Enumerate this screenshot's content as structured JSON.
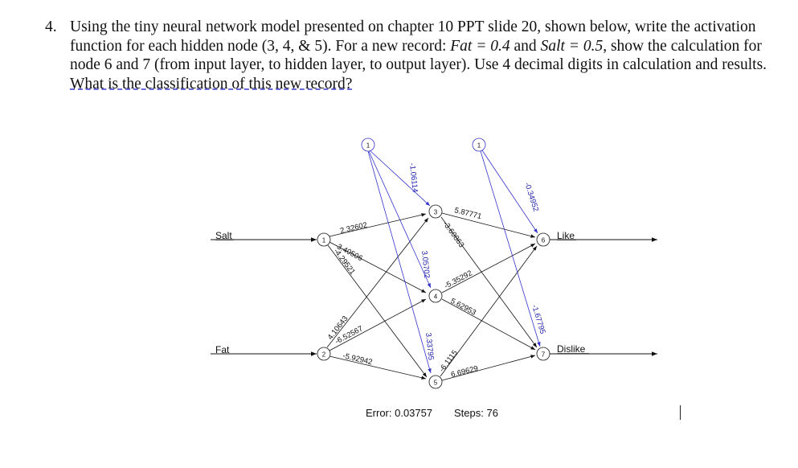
{
  "question": {
    "number": "4.",
    "text_1": "Using the tiny neural network model presented on chapter 10 PPT slide 20, shown below, write the activation function for each hidden node (3, 4, & 5). For a new record: ",
    "fat_label": "Fat",
    "fat_eq": " = 0.4",
    "text_and": " and ",
    "salt_label": "Salt",
    "salt_eq": " = 0.5",
    "text_2": ", show the calculation for node 6 and 7 (from input layer, to hidden layer, to output layer). Use 4 decimal digits in calculation and results. ",
    "final_question": "What is the classification of this new record?"
  },
  "network": {
    "input_labels": [
      "Salt",
      "Fat"
    ],
    "output_labels": [
      "Like",
      "Dislike"
    ],
    "nodes": {
      "n1": "1",
      "n2": "2",
      "n3": "3",
      "n4": "4",
      "n5": "5",
      "n6": "6",
      "n7": "7",
      "bias_hidden": "1",
      "bias_output": "1"
    },
    "weights": {
      "b_3": "-1.06114",
      "b_4": "3.05702",
      "b_5": "3.33795",
      "n1_3": "2.32602",
      "n1_4": "-3.40506",
      "n1_5": "-4.29521",
      "n2_3": "4.10643",
      "n2_4": "-6.52567",
      "n2_5": "-5.92942",
      "b_6": "-0.34952",
      "b_7": "-1.67795",
      "n3_6": "5.87771",
      "n3_7": "-3.60863",
      "n4_6": "-5.35292",
      "n4_7": "5.62953",
      "n5_6": "-6.1115",
      "n5_7": "6.69629"
    },
    "error_text": "Error: 0.03757",
    "steps_text": "Steps: 76",
    "colors": {
      "bias_edge": "#3333cc",
      "edge": "#111111",
      "weight_text": "#111111",
      "bias_text": "#2222aa"
    }
  }
}
